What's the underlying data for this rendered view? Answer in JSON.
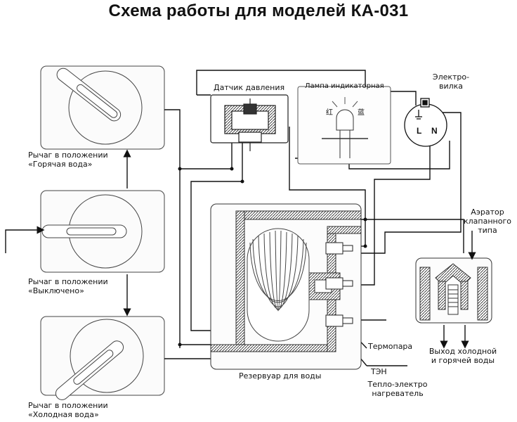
{
  "title": "Схема работы для моделей КА-031",
  "levers": {
    "hot": {
      "line1": "Рычаг в положении",
      "line2": "«Горячая вода»"
    },
    "off": {
      "line1": "Рычаг в положении",
      "line2": "«Выключено»"
    },
    "cold": {
      "line1": "Рычаг в положении",
      "line2": "«Холодная вода»"
    }
  },
  "pressure_sensor": "Датчик давления",
  "indicator_lamp": "Лампа индикаторная",
  "lamp_marks": {
    "left": "红",
    "right": "蓝"
  },
  "plug": {
    "line1": "Электро-",
    "line2": "вилка",
    "live": "L",
    "neutral": "N"
  },
  "aerator": {
    "line1": "Аэратор",
    "line2": "клапанного",
    "line3": "типа"
  },
  "thermocouple": "Термопара",
  "outlet": {
    "line1": "Выход холодной",
    "line2": "и горячей воды"
  },
  "reservoir": "Резервуар для воды",
  "heater": {
    "short": "ТЭН",
    "line1": "Тепло-электро",
    "line2": "нагреватель"
  }
}
